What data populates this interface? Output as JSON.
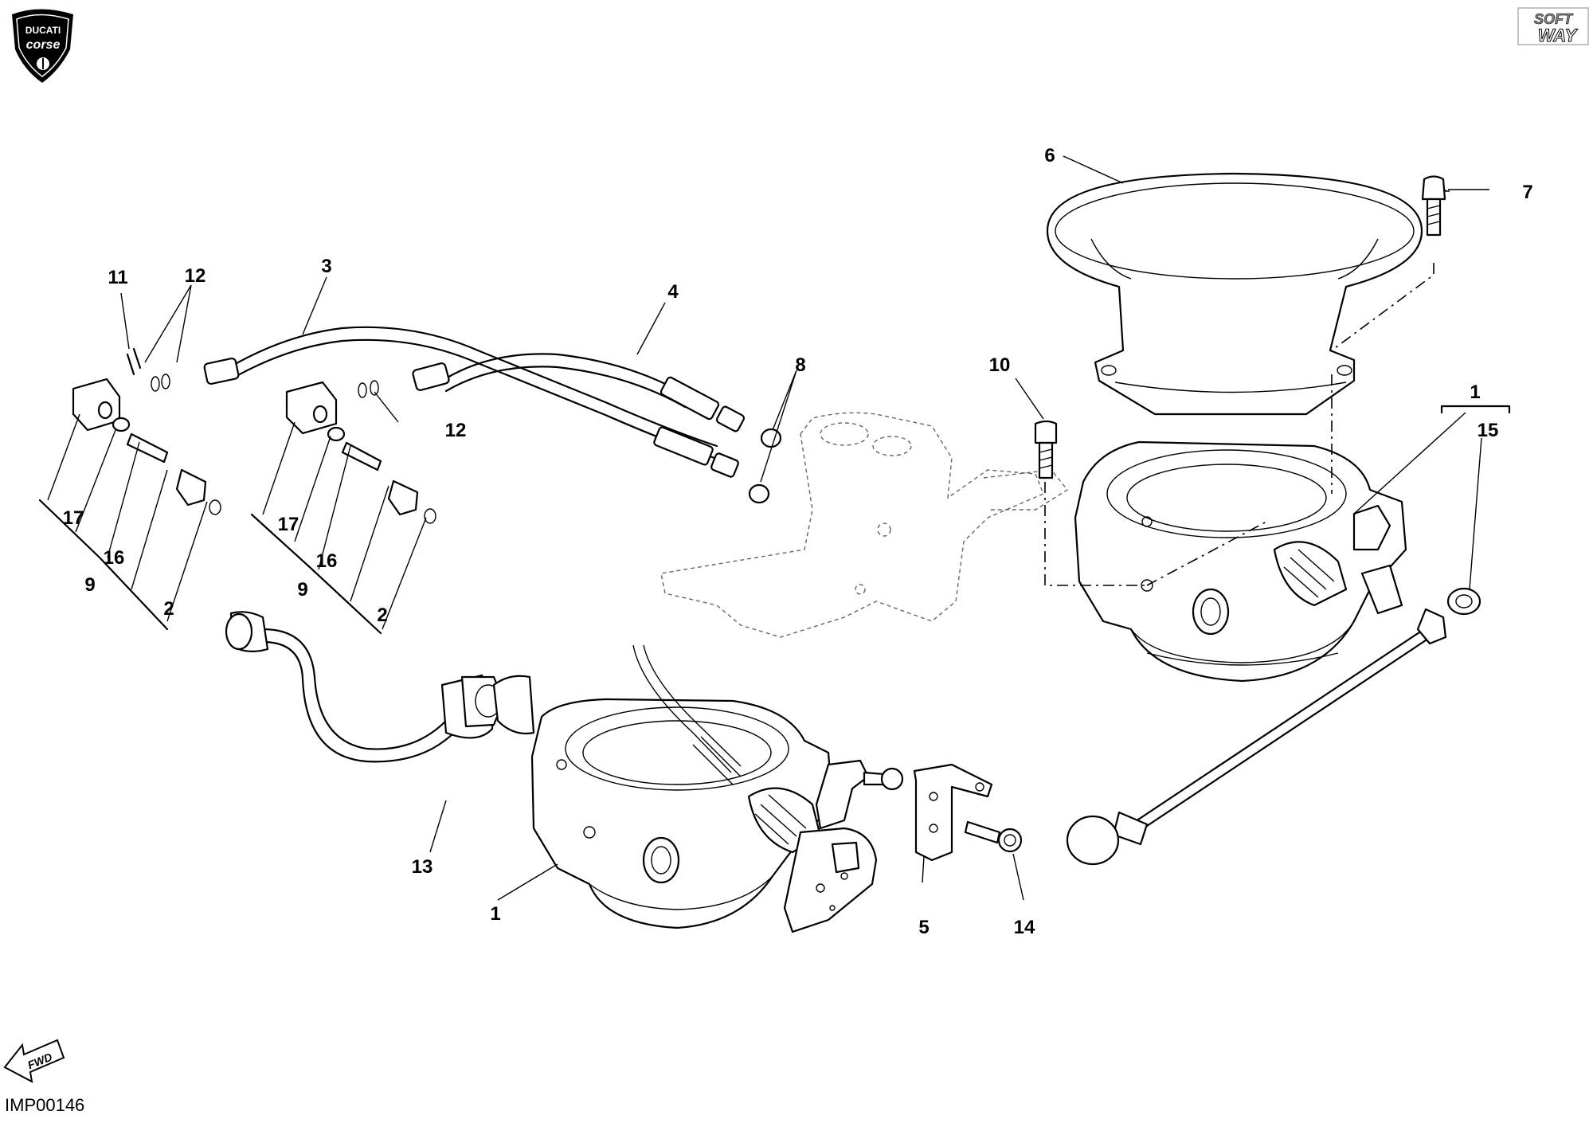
{
  "header": {
    "logo_left": {
      "line1": "DUCATI",
      "line2": "corse"
    },
    "logo_right": {
      "line1": "SOFT",
      "line2": "WAY"
    }
  },
  "diagram": {
    "callouts": [
      "1",
      "1",
      "1",
      "2",
      "2",
      "3",
      "4",
      "5",
      "6",
      "7",
      "8",
      "9",
      "9",
      "10",
      "11",
      "12",
      "12",
      "13",
      "14",
      "15",
      "16",
      "16",
      "17",
      "17"
    ]
  },
  "footer": {
    "fwd_label": "FWD",
    "drawing_code": "IMP00146"
  }
}
